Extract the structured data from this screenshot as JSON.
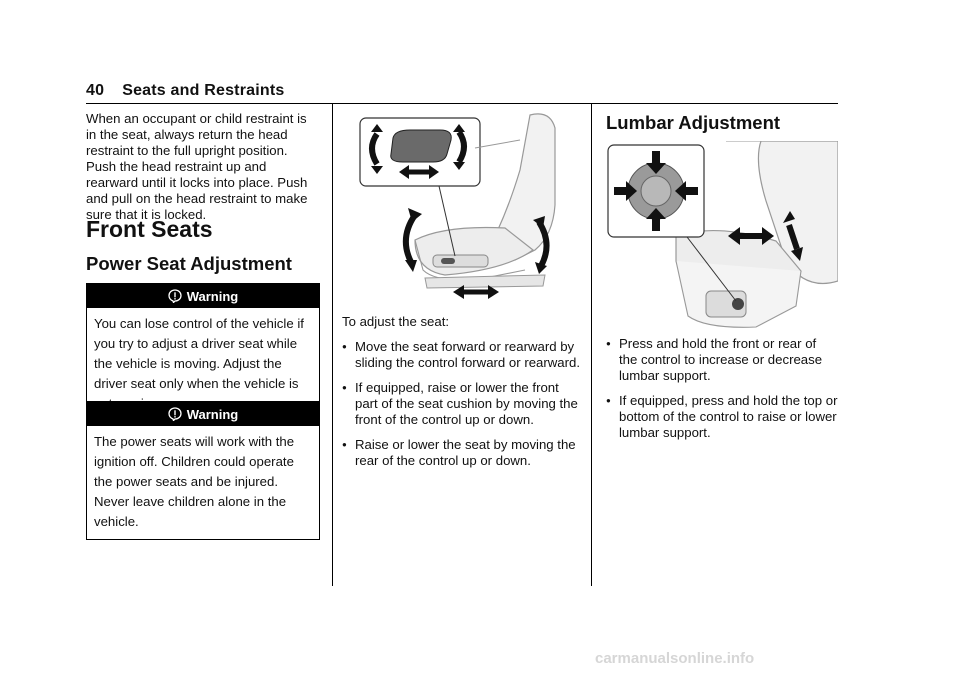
{
  "header": {
    "page_number": "40",
    "section_title": "Seats and Restraints"
  },
  "col1": {
    "intro": "When an occupant or child restraint is in the seat, always return the head restraint to the full upright position. Push the head restraint up and rearward until it locks into place. Push and pull on the head restraint to make sure that it is locked.",
    "heading_front_seats": "Front Seats",
    "heading_power_seat": "Power Seat Adjustment",
    "warning1": {
      "title": "Warning",
      "text": "You can lose control of the vehicle if you try to adjust a driver seat while the vehicle is moving. Adjust the driver seat only when the vehicle is not moving."
    },
    "warning2": {
      "title": "Warning",
      "text": "The power seats will work with the ignition off. Children could operate the power seats and be injured. Never leave children alone in the vehicle."
    }
  },
  "col2": {
    "lead": "To adjust the seat:",
    "bullets": [
      "Move the seat forward or rearward by sliding the control forward or rearward.",
      "If equipped, raise or lower the front part of the seat cushion by moving the front of the control up or down.",
      "Raise or lower the seat by moving the rear of the control up or down."
    ]
  },
  "col3": {
    "heading_lumbar": "Lumbar Adjustment",
    "bullets": [
      "Press and hold the front or rear of the control to increase or decrease lumbar support.",
      "If equipped, press and hold the top or bottom of the control to raise or lower lumbar support."
    ]
  },
  "watermark": "carmanualsonline.info",
  "icons": [
    "warning-icon",
    "seat-adjust-illustration",
    "lumbar-adjust-illustration"
  ]
}
